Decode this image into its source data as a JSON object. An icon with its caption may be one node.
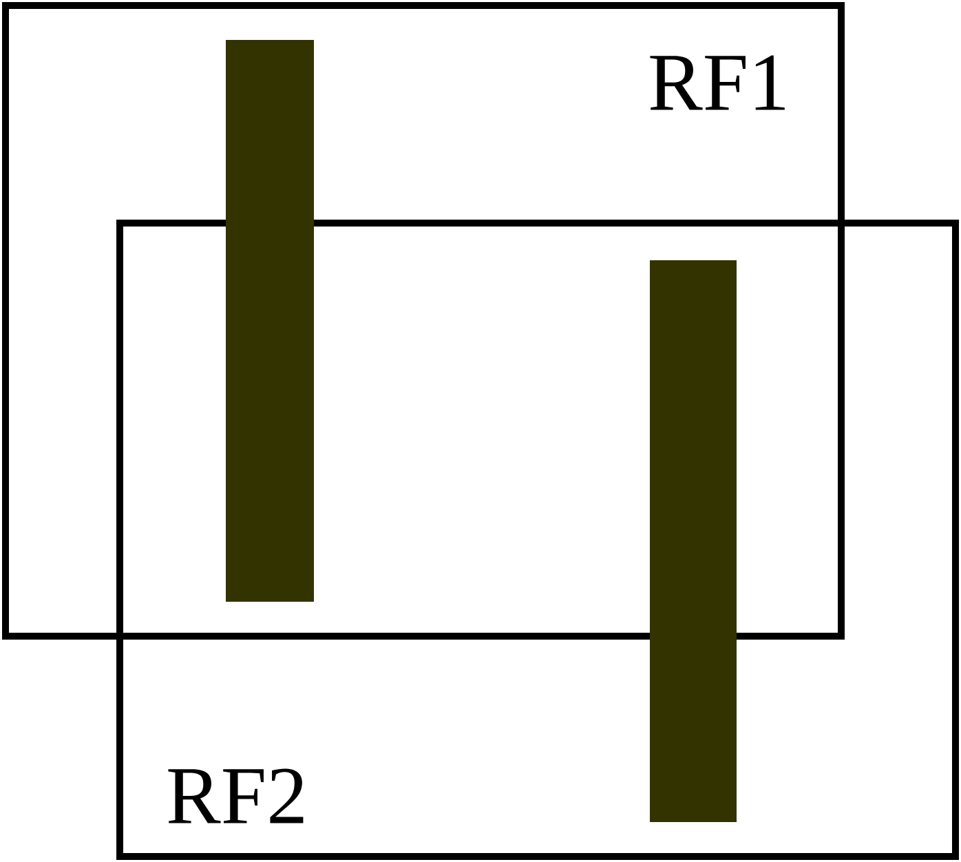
{
  "diagram": {
    "nodes": [
      {
        "text": [
          "RF1"
        ]
      },
      {
        "text": [
          "RF2"
        ]
      },
      {
        "text": [],
        "shape": "bar",
        "in": 0
      },
      {
        "text": [],
        "shape": "bar",
        "in": 1
      }
    ]
  }
}
